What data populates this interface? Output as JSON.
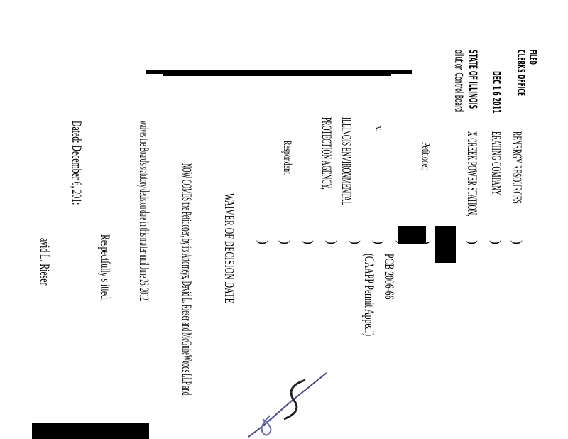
{
  "stamp": {
    "filed": "FILED",
    "office": "CLERKS OFFICE",
    "date": "DEC 1 6 2011",
    "state": "STATE OF ILLINOIS",
    "board": "ollution Control Board"
  },
  "caption": {
    "petitioner_lines": [
      "RENERGY RESOURCES",
      "ERATING COMPANY,",
      "X CREEK POWER STATION,"
    ],
    "petitioner_role": "Petitioner,",
    "versus": "v.",
    "respondent_lines": [
      "ILLINOIS ENVIRONMENTAL",
      "PROTECTION AGENCY,"
    ],
    "respondent_role": "Respondent.",
    "case_number": "PCB 2006-66",
    "case_type": "(CAAPP Permit Appeal)"
  },
  "title": "WAIVER OF DECISION DATE",
  "body": {
    "line1": "NOW COMES the Petitioner, by its Attorneys, David L. Rieser and McGuireWoods LLP and",
    "line2": "waives the Board's statutory decision date in this matter until June 26, 2012."
  },
  "closing": "Respectfully s    itted,",
  "dated": "Dated: December  6, 201:",
  "signer": "avid L. Rieser"
}
